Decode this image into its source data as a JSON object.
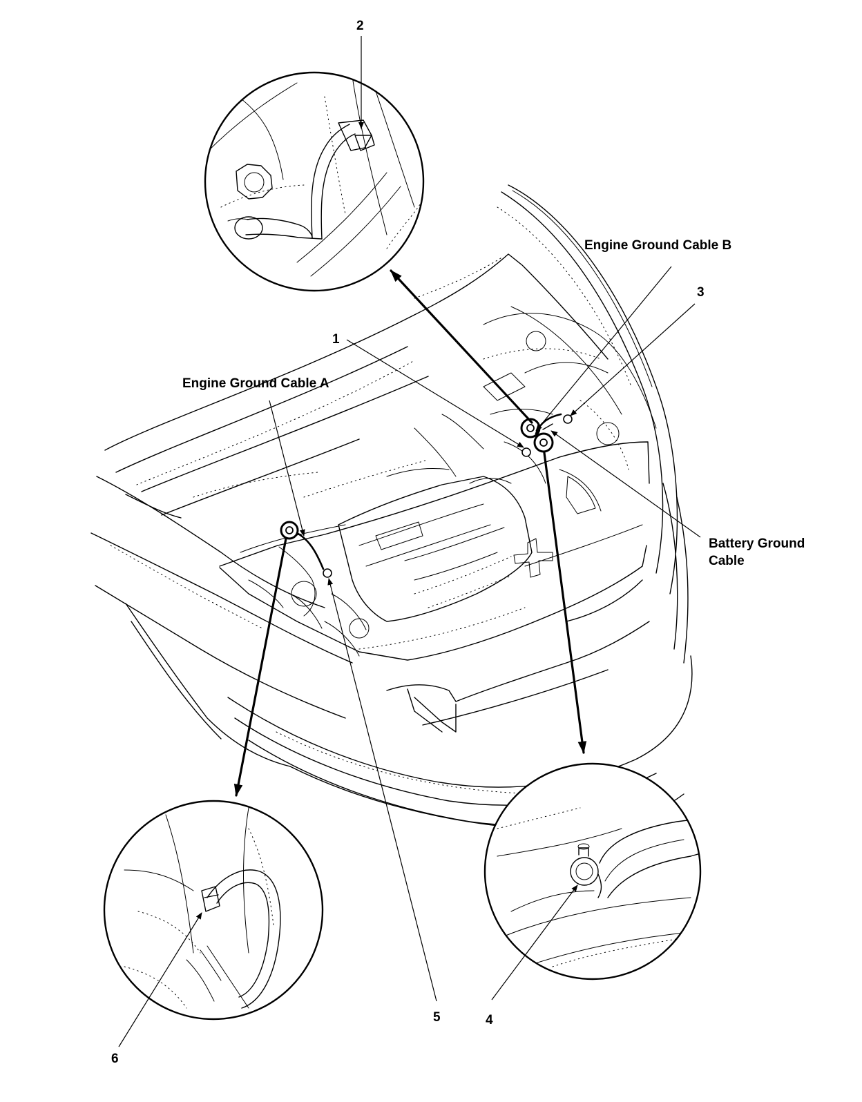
{
  "labels": {
    "cable_a": "Engine Ground Cable A",
    "cable_b": "Engine Ground Cable B",
    "battery_line1": "Battery Ground",
    "battery_line2": "Cable"
  },
  "callouts": {
    "n1": "1",
    "n2": "2",
    "n3": "3",
    "n4": "4",
    "n5": "5",
    "n6": "6"
  },
  "icons": [
    "arrow-icon",
    "bolt-icon",
    "ground-terminal-icon",
    "cable-icon",
    "nut-icon"
  ]
}
